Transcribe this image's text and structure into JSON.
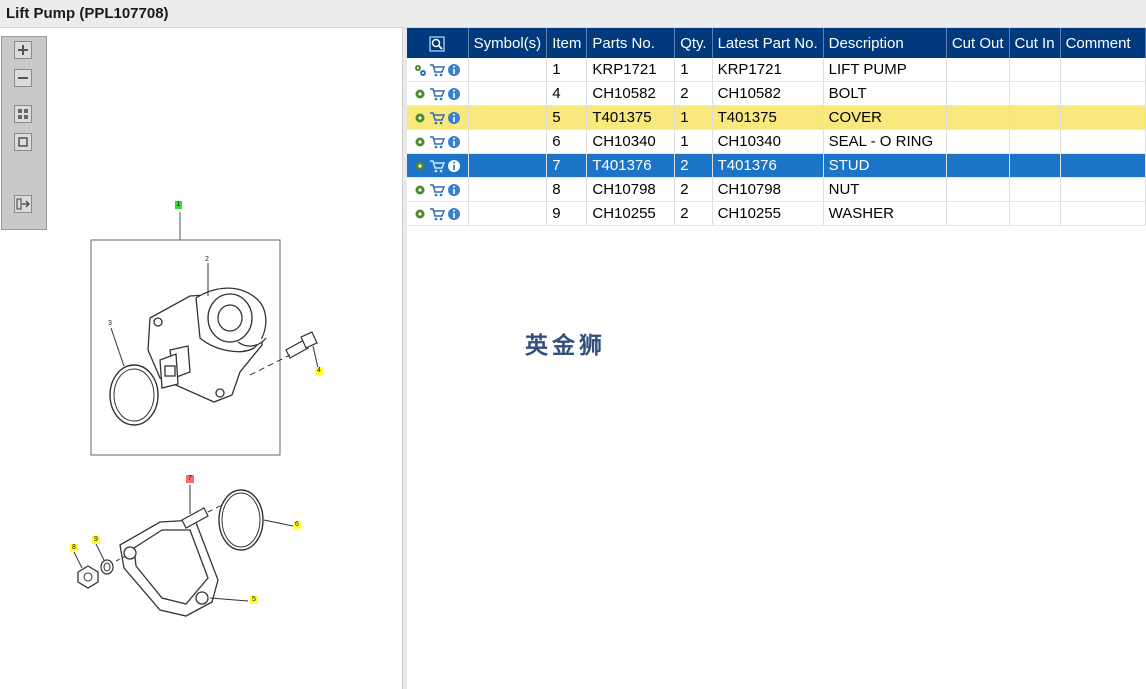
{
  "window": {
    "title": "Lift Pump (PPL107708)"
  },
  "toolbar": {
    "buttons": [
      {
        "name": "zoom-in",
        "icon": "plus-icon"
      },
      {
        "name": "zoom-out",
        "icon": "minus-icon"
      },
      {
        "name": "fit",
        "icon": "grid-icon"
      },
      {
        "name": "actual-size",
        "icon": "square-icon"
      },
      {
        "name": "export",
        "icon": "arrow-right-icon"
      }
    ]
  },
  "diagram": {
    "callouts": [
      "1",
      "2",
      "3",
      "4",
      "5",
      "6",
      "7",
      "8",
      "9"
    ],
    "colors": {
      "green": "#33dd33",
      "yellow": "#ffff33",
      "red": "#ff6b6b"
    }
  },
  "table": {
    "columns": [
      "",
      "Symbol(s)",
      "Item",
      "Parts No.",
      "Qty.",
      "Latest Part No.",
      "Description",
      "Cut Out",
      "Cut In",
      "Comment"
    ],
    "rows": [
      {
        "item": "1",
        "part_no": "KRP1721",
        "qty": "1",
        "latest": "KRP1721",
        "description": "LIFT PUMP",
        "highlight": ""
      },
      {
        "item": "4",
        "part_no": "CH10582",
        "qty": "2",
        "latest": "CH10582",
        "description": "BOLT",
        "highlight": ""
      },
      {
        "item": "5",
        "part_no": "T401375",
        "qty": "1",
        "latest": "T401375",
        "description": "COVER",
        "highlight": "yellow"
      },
      {
        "item": "6",
        "part_no": "CH10340",
        "qty": "1",
        "latest": "CH10340",
        "description": "SEAL - O RING",
        "highlight": ""
      },
      {
        "item": "7",
        "part_no": "T401376",
        "qty": "2",
        "latest": "T401376",
        "description": "STUD",
        "highlight": "blue"
      },
      {
        "item": "8",
        "part_no": "CH10798",
        "qty": "2",
        "latest": "CH10798",
        "description": "NUT",
        "highlight": ""
      },
      {
        "item": "9",
        "part_no": "CH10255",
        "qty": "2",
        "latest": "CH10255",
        "description": "WASHER",
        "highlight": ""
      }
    ]
  },
  "watermark": "英金狮",
  "colors": {
    "header": "#003a7d",
    "selected": "#1b74c8",
    "highlight": "#f9e87c"
  }
}
